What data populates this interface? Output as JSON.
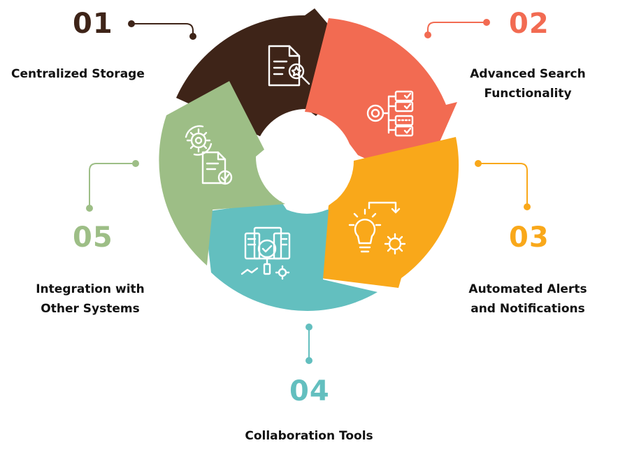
{
  "colors": {
    "step1": "#3E2418",
    "step2": "#F26B52",
    "step3": "#F9A81A",
    "step4": "#63BFBF",
    "step5": "#9DBE86",
    "icon": "#ffffff"
  },
  "steps": [
    {
      "number": "01",
      "lines": [
        "Centralized Storage"
      ],
      "icon": "document-search-icon"
    },
    {
      "number": "02",
      "lines": [
        "Advanced Search",
        "Functionality"
      ],
      "icon": "checklist-target-icon"
    },
    {
      "number": "03",
      "lines": [
        "Automated Alerts",
        "and Notifications"
      ],
      "icon": "lightbulb-gear-icon"
    },
    {
      "number": "04",
      "lines": [
        "Collaboration Tools"
      ],
      "icon": "screen-search-icon"
    },
    {
      "number": "05",
      "lines": [
        "Integration with",
        "Other Systems"
      ],
      "icon": "gear-document-icon"
    }
  ]
}
